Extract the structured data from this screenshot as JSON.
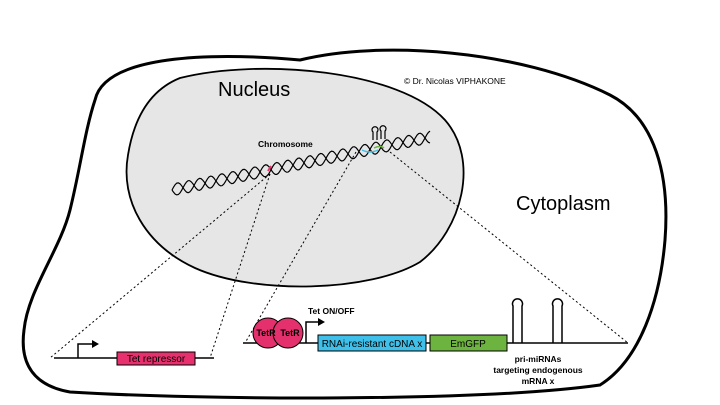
{
  "labels": {
    "nucleus": "Nucleus",
    "cytoplasm": "Cytoplasm",
    "chromosome": "Chromosome",
    "copyright": "© Dr. Nicolas VIPHAKONE",
    "tet_on_off": "Tet ON/OFF",
    "tetr_left": "TetR",
    "tetr_right": "TetR",
    "pri_mirnas": [
      "pri-miRNAs",
      "targeting endogenous",
      "mRNA x"
    ]
  },
  "constructs": {
    "tet_repressor": "Tet repressor",
    "cdna": "RNAi-resistant cDNA x",
    "emgfp": "EmGFP"
  },
  "colors": {
    "nucleus_fill": "#e6e6e6",
    "tet_repressor_fill": "#e8306e",
    "tetr_fill": "#e4306c",
    "cdna_fill": "#3fc0ea",
    "emgfp_fill": "#6db33f"
  }
}
